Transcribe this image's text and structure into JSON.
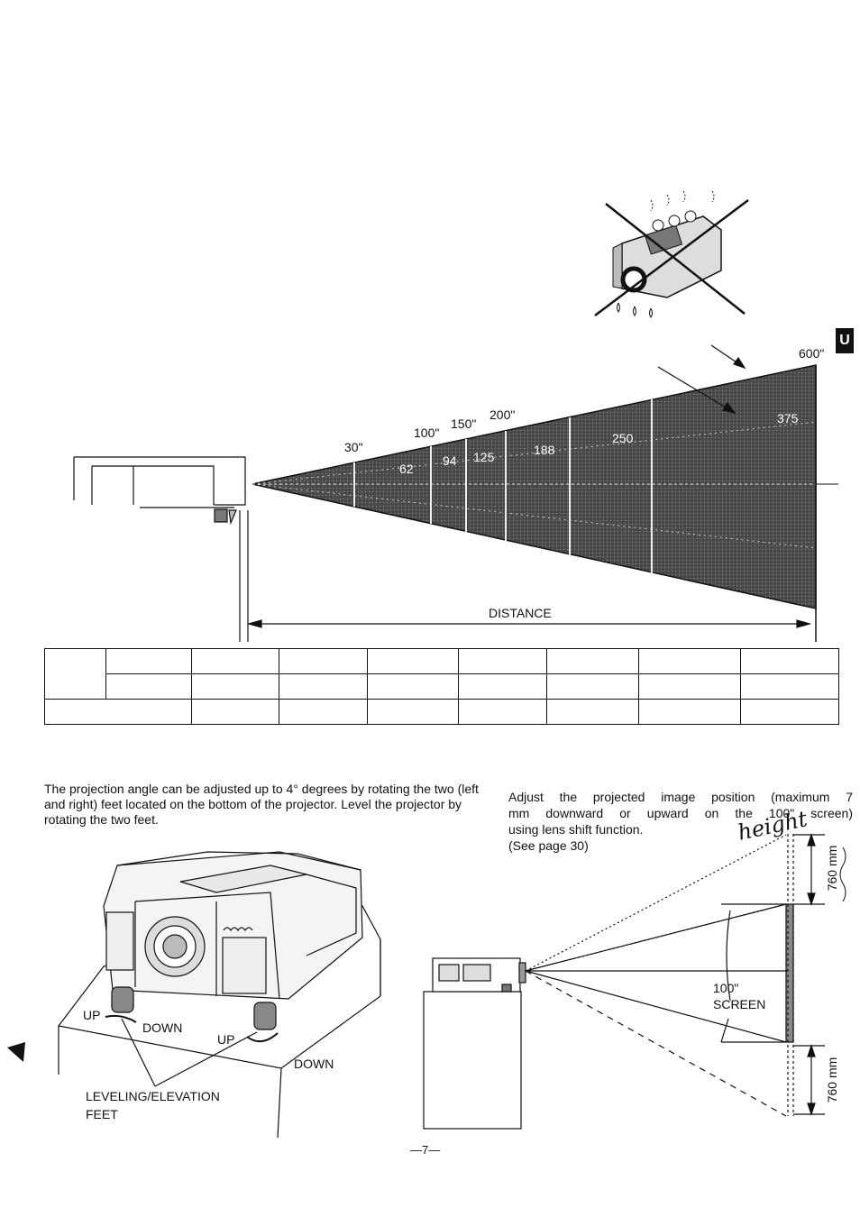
{
  "projection_diagram": {
    "screen_sizes": [
      "30\"",
      "100\"",
      "150\"",
      "200\"",
      "600\""
    ],
    "screen_heights": [
      "62",
      "94",
      "125",
      "188",
      "250",
      "375"
    ],
    "distance_label": "DISTANCE",
    "section_tab": "U"
  },
  "leveling": {
    "text": "The projection angle can be adjusted up to 4° degrees by rotating the two (left and right) feet located on the bottom of the projector. Level the projector by rotating the two feet.",
    "up_left": "UP",
    "down_left": "DOWN",
    "up_right": "UP",
    "down_right": "DOWN",
    "feet_label_line1": "LEVELING/ELEVATION",
    "feet_label_line2": "FEET"
  },
  "lens_shift": {
    "text_line1": "Adjust the projected image position (maximum 7",
    "text_line2": "mm downward or upward on the 100\" screen)",
    "text_line3": "using lens shift function.",
    "text_line4": "(See page 30)",
    "handwritten": "height",
    "offset_top": "760 mm",
    "offset_bottom": "760 mm",
    "screen_label_line1": "100\"",
    "screen_label_line2": "SCREEN"
  },
  "page_number": "—7—"
}
